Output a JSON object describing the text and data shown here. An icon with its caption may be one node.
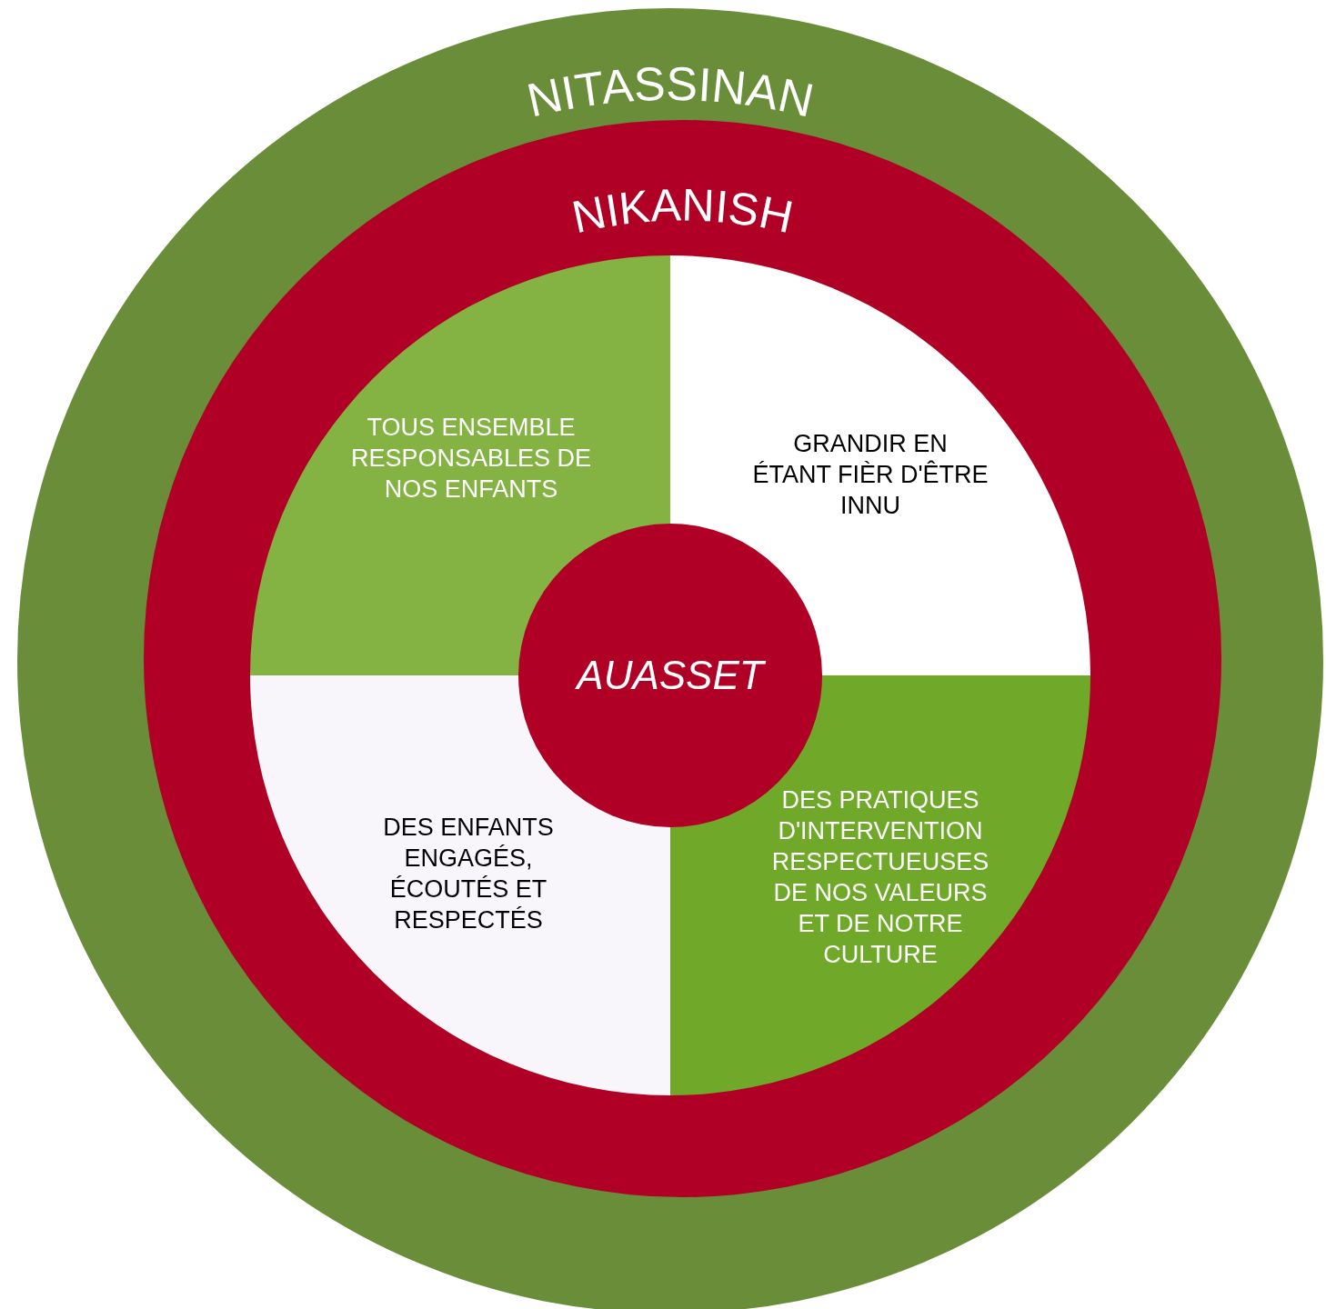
{
  "diagram": {
    "nodes": [
      {
        "text": [
          "NITASSINAN"
        ]
      },
      {
        "text": [
          "NIKANISH"
        ],
        "in": 0
      },
      {
        "text": [
          "TOUS ENSEMBLE RESPONSABLES DE NOS ENFANTS"
        ],
        "in": 1
      },
      {
        "text": [
          "GRANDIR EN ÉTANT FIÈR D'ÊTRE INNU"
        ],
        "in": 1
      },
      {
        "text": [
          "AUASSET"
        ],
        "in": 1
      },
      {
        "text": [
          "DES ENFANTS ENGAGÉS, ÉCOUTÉS ET RESPECTÉS"
        ],
        "in": 1
      },
      {
        "text": [
          "DES PRATIQUES D'INTERVENTION RESPECTUEUSES DE NOS VALEURS ET DE NOTRE CULTURE"
        ],
        "in": 1
      }
    ]
  }
}
